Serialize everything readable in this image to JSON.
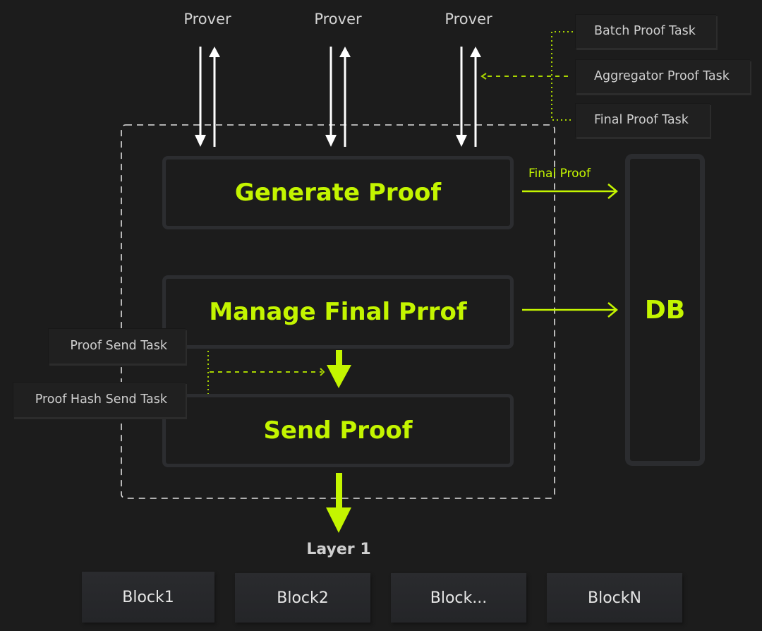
{
  "provers": [
    {
      "label": "Prover"
    },
    {
      "label": "Prover"
    },
    {
      "label": "Prover"
    }
  ],
  "prover_tasks": [
    {
      "label": "Batch Proof Task"
    },
    {
      "label": "Aggregator Proof Task"
    },
    {
      "label": "Final Proof Task"
    }
  ],
  "stages": {
    "generate": "Generate Proof",
    "manage": "Manage Final Prrof",
    "send": "Send Proof"
  },
  "send_tasks": [
    {
      "label": "Proof Send Task"
    },
    {
      "label": "Proof Hash Send Task"
    }
  ],
  "db": {
    "label": "DB",
    "incoming_label": "Final Proof"
  },
  "layer1": {
    "label": "Layer 1",
    "blocks": [
      "Block1",
      "Block2",
      "Block...",
      "BlockN"
    ]
  },
  "colors": {
    "accent": "#c4f500",
    "background": "#1c1c1c",
    "box_border": "#2c2d30",
    "text_light": "#d4d4d4"
  }
}
